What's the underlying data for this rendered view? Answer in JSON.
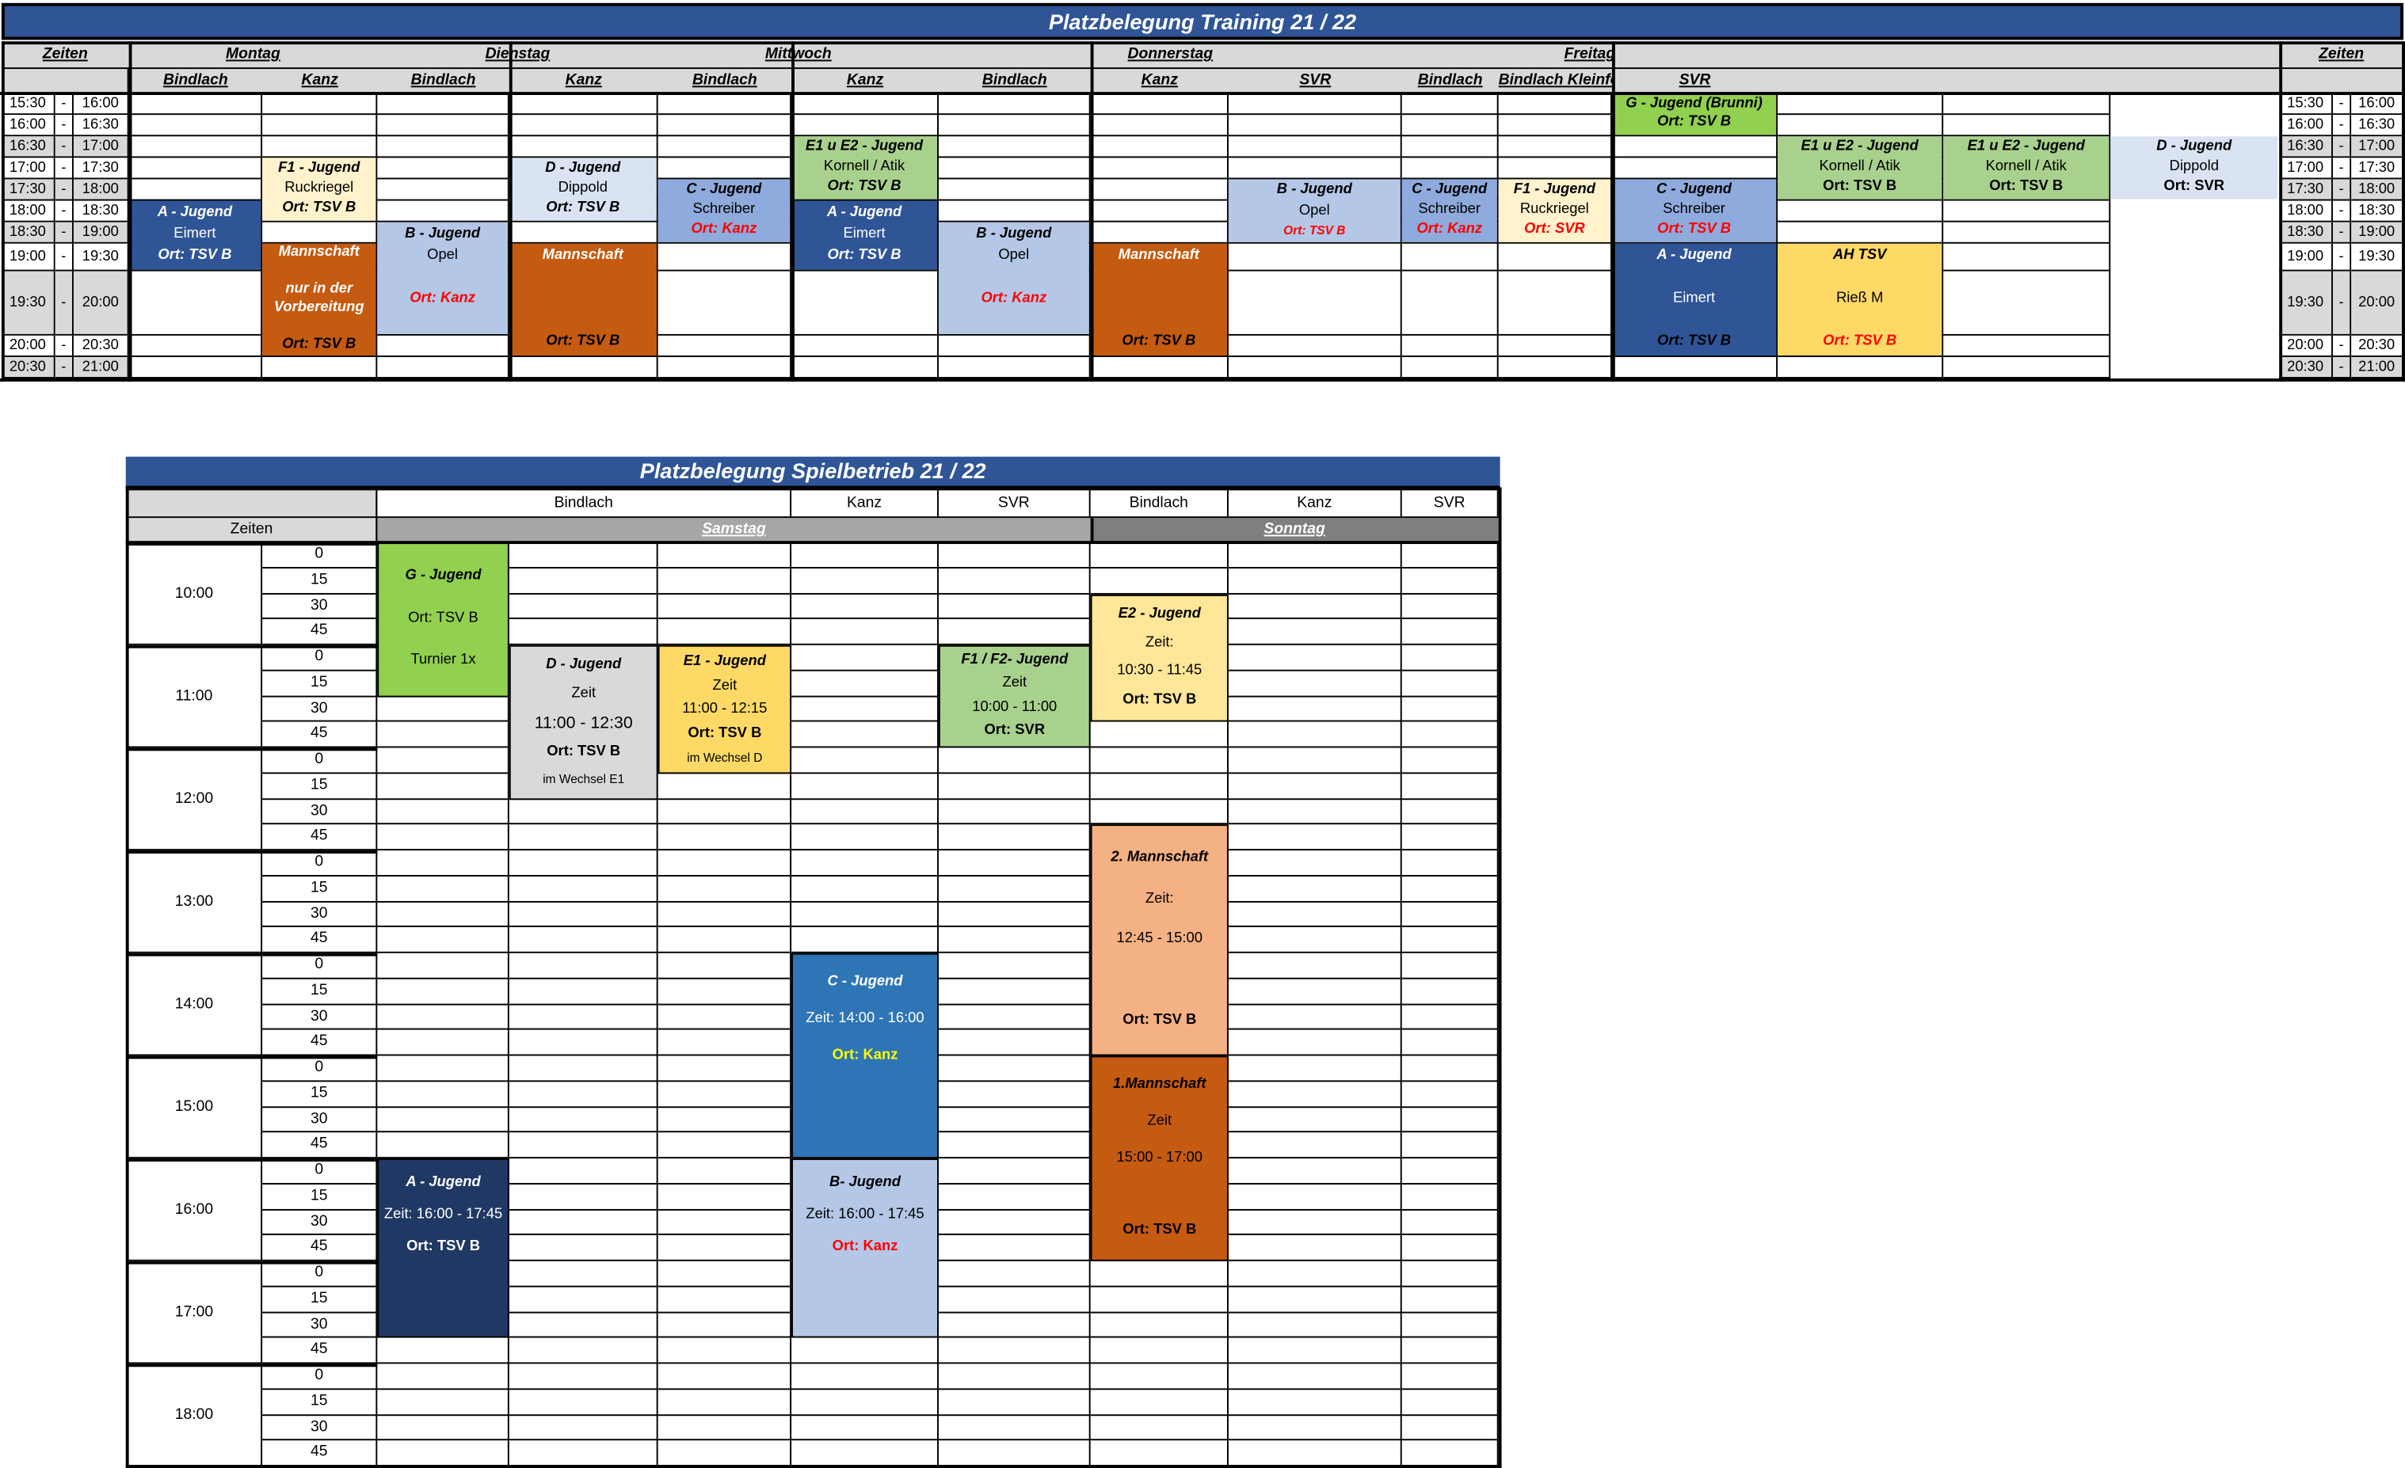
{
  "training": {
    "title": "Platzbelegung Training 21 / 22",
    "zeiten_label": "Zeiten",
    "times": [
      [
        "15:30",
        "-",
        "16:00"
      ],
      [
        "16:00",
        "-",
        "16:30"
      ],
      [
        "16:30",
        "-",
        "17:00"
      ],
      [
        "17:00",
        "-",
        "17:30"
      ],
      [
        "17:30",
        "-",
        "18:00"
      ],
      [
        "18:00",
        "-",
        "18:30"
      ],
      [
        "18:30",
        "-",
        "19:00"
      ],
      [
        "19:00",
        "-",
        "19:30"
      ],
      [
        "19:30",
        "-",
        "20:00"
      ],
      [
        "20:00",
        "-",
        "20:30"
      ],
      [
        "20:30",
        "-",
        "21:00"
      ]
    ],
    "days": [
      {
        "name": "Montag",
        "fields": [
          "Bindlach",
          "Kanz"
        ]
      },
      {
        "name": "Dienstag",
        "fields": [
          "Bindlach",
          "Kanz"
        ]
      },
      {
        "name": "Mittwoch",
        "fields": [
          "Bindlach",
          "Kanz"
        ]
      },
      {
        "name": "Donnerstag",
        "fields": [
          "Bindlach",
          "Kanz",
          "SVR"
        ]
      },
      {
        "name": "Freitag",
        "fields": [
          "Bindlach",
          "Bindlach Kleinfeld",
          "SVR"
        ]
      }
    ],
    "events": [
      {
        "lines": [
          "A - Jugend",
          "Eimert",
          "Ort: TSV B"
        ],
        "styles": [
          "bi",
          "",
          "bi"
        ],
        "color": "#2f5597",
        "text": "#fff"
      },
      {
        "lines": [
          "F1 - Jugend",
          "Ruckriegel",
          "Ort: TSV B"
        ],
        "styles": [
          "bi",
          "",
          "bi"
        ],
        "color": "#fff2cc",
        "text": "#000"
      },
      {
        "lines": [
          "Mannschaft",
          "",
          "nur in der",
          "Vorbereitung",
          "",
          "Ort: TSV B"
        ],
        "styles": [
          "bi",
          "",
          "bi",
          "bi",
          "",
          "bi"
        ],
        "color": "#c55a11",
        "text": "#fff",
        "last_text": "#000"
      },
      {
        "lines": [
          "B - Jugend",
          "Opel",
          "",
          "Ort: Kanz",
          ""
        ],
        "styles": [
          "bi",
          "",
          "",
          "bi",
          ""
        ],
        "color": "#b4c7e7",
        "text": "#000",
        "accent_line": 3,
        "accent": "#ff0000"
      },
      {
        "lines": [
          "D - Jugend",
          "Dippold",
          "Ort: TSV B"
        ],
        "styles": [
          "bi",
          "",
          "bi"
        ],
        "color": "#dae3f3",
        "text": "#000"
      },
      {
        "lines": [
          "Mannschaft",
          "",
          "",
          "",
          "Ort: TSV B"
        ],
        "styles": [
          "bi",
          "",
          "",
          "",
          "bi"
        ],
        "color": "#c55a11",
        "text": "#fff",
        "last_text": "#000"
      },
      {
        "lines": [
          "C - Jugend",
          "Schreiber",
          "Ort: Kanz"
        ],
        "styles": [
          "bi",
          "",
          "bi"
        ],
        "color": "#8faadc",
        "text": "#000",
        "accent_line": 2,
        "accent": "#ff0000"
      },
      {
        "lines": [
          "E1 u E2 - Jugend",
          "Kornell / Atik",
          "Ort: TSV B"
        ],
        "styles": [
          "bi",
          "",
          "bi"
        ],
        "color": "#a9d18e",
        "text": "#000"
      },
      {
        "lines": [
          "A - Jugend",
          "Eimert",
          "Ort: TSV B"
        ],
        "styles": [
          "bi",
          "",
          "bi"
        ],
        "color": "#2f5597",
        "text": "#fff"
      },
      {
        "lines": [
          "B - Jugend",
          "Opel",
          "",
          "Ort: Kanz",
          ""
        ],
        "styles": [
          "bi",
          "",
          "",
          "bi",
          ""
        ],
        "color": "#b4c7e7",
        "text": "#000",
        "accent_line": 3,
        "accent": "#ff0000"
      },
      {
        "lines": [
          "Mannschaft",
          "",
          "",
          "",
          "Ort: TSV B"
        ],
        "styles": [
          "bi",
          "",
          "",
          "",
          "bi"
        ],
        "color": "#c55a11",
        "text": "#fff",
        "last_text": "#000"
      },
      {
        "lines": [
          "B - Jugend",
          "Opel",
          "Ort: TSV B"
        ],
        "styles": [
          "bi",
          "",
          "bi sm"
        ],
        "color": "#b4c7e7",
        "text": "#000",
        "accent_line": 2,
        "accent": "#ff0000"
      },
      {
        "lines": [
          "C - Jugend",
          "Schreiber",
          "Ort: Kanz"
        ],
        "styles": [
          "bi",
          "",
          "bi"
        ],
        "color": "#8faadc",
        "text": "#000",
        "accent_line": 2,
        "accent": "#ff0000"
      },
      {
        "lines": [
          "F1 - Jugend",
          "Ruckriegel",
          "Ort: SVR"
        ],
        "styles": [
          "bi",
          "",
          "bi"
        ],
        "color": "#fff2cc",
        "text": "#000",
        "accent_line": 2,
        "accent": "#ff0000"
      },
      {
        "lines": [
          "G - Jugend (Brunni)",
          "Ort: TSV B"
        ],
        "styles": [
          "bi",
          "bi"
        ],
        "color": "#92d050",
        "text": "#000"
      },
      {
        "lines": [
          "C - Jugend",
          "Schreiber",
          "Ort: TSV B"
        ],
        "styles": [
          "bi",
          "",
          "bi"
        ],
        "color": "#8faadc",
        "text": "#000",
        "accent_line": 2,
        "accent": "#ff0000"
      },
      {
        "lines": [
          "A - Jugend",
          "",
          "Eimert",
          "",
          "Ort: TSV B"
        ],
        "styles": [
          "bi",
          "",
          "",
          "",
          "bi"
        ],
        "color": "#2f5597",
        "text": "#fff",
        "last_text": "#000"
      },
      {
        "lines": [
          "E1 u E2 - Jugend",
          "Kornell / Atik",
          "Ort: TSV B"
        ],
        "styles": [
          "bi",
          "",
          "bo"
        ],
        "color": "#a9d18e",
        "text": "#000"
      },
      {
        "lines": [
          "AH TSV",
          "",
          "Rieß M",
          "",
          "Ort: TSV B"
        ],
        "styles": [
          "bi",
          "",
          "",
          "",
          "bi"
        ],
        "color": "#ffd966",
        "text": "#000",
        "accent_line": 4,
        "accent": "#ff0000"
      },
      {
        "lines": [
          "E1 u E2 - Jugend",
          "Kornell / Atik",
          "Ort: TSV B"
        ],
        "styles": [
          "bi",
          "",
          "bo"
        ],
        "color": "#a9d18e",
        "text": "#000"
      },
      {
        "lines": [
          "D - Jugend",
          "Dippold",
          "Ort: SVR"
        ],
        "styles": [
          "bi",
          "",
          "bo"
        ],
        "color": "#dae3f3",
        "text": "#000"
      }
    ]
  },
  "spiel": {
    "title": "Platzbelegung Spielbetrieb 21 / 22",
    "fields": [
      "Bindlach",
      "Kanz",
      "SVR",
      "Bindlach",
      "Kanz",
      "SVR"
    ],
    "zeiten_label": "Zeiten",
    "samstag": "Samstag",
    "sonntag": "Sonntag",
    "hours": [
      "10:00",
      "11:00",
      "12:00",
      "13:00",
      "14:00",
      "15:00",
      "16:00",
      "17:00",
      "18:00"
    ],
    "quarters": [
      "0",
      "15",
      "30",
      "45"
    ],
    "events": [
      {
        "lines": [
          "G - Jugend",
          "Ort: TSV B",
          "Turnier 1x"
        ],
        "styles": [
          "bi",
          "",
          ""
        ],
        "color": "#92d050",
        "text": "#000"
      },
      {
        "lines": [
          "D - Jugend",
          "Zeit",
          "11:00 - 12:30",
          "Ort: TSV B",
          "im Wechsel E1"
        ],
        "styles": [
          "bi",
          "",
          "big",
          "bo",
          "sm"
        ],
        "color": "#d9d9d9",
        "text": "#000"
      },
      {
        "lines": [
          "E1 - Jugend",
          "Zeit",
          "11:00 - 12:15",
          "Ort: TSV B",
          "im Wechsel D"
        ],
        "styles": [
          "bi",
          "",
          "",
          "bo",
          "sm"
        ],
        "color": "#ffd966",
        "text": "#000"
      },
      {
        "lines": [
          "F1 / F2- Jugend",
          "Zeit",
          "10:00 - 11:00",
          "Ort: SVR"
        ],
        "styles": [
          "bi",
          "",
          "",
          "bo"
        ],
        "color": "#a9d18e",
        "text": "#000"
      },
      {
        "lines": [
          "E2 - Jugend",
          "Zeit:",
          "10:30 - 11:45",
          "Ort: TSV B"
        ],
        "styles": [
          "bi",
          "",
          "",
          "bo"
        ],
        "color": "#ffe699",
        "text": "#000"
      },
      {
        "lines": [
          "2. Mannschaft",
          "Zeit:",
          "12:45 - 15:00",
          "",
          "Ort: TSV B"
        ],
        "styles": [
          "bi",
          "",
          "",
          "",
          "bo"
        ],
        "color": "#f4b183",
        "text": "#000"
      },
      {
        "lines": [
          "C - Jugend",
          "Zeit: 14:00 - 16:00",
          "Ort: Kanz",
          "",
          ""
        ],
        "styles": [
          "bi",
          "",
          "bo",
          "",
          ""
        ],
        "color": "#2e75b6",
        "text": "#fff",
        "accent_line": 2,
        "accent": "#ffff00"
      },
      {
        "lines": [
          "1.Mannschaft",
          "Zeit",
          "15:00 - 17:00",
          "",
          "Ort: TSV B"
        ],
        "styles": [
          "bi",
          "",
          "",
          "",
          "bo"
        ],
        "color": "#c55a11",
        "text": "#000"
      },
      {
        "lines": [
          "A - Jugend",
          "Zeit: 16:00 - 17:45",
          "Ort: TSV B",
          "",
          ""
        ],
        "styles": [
          "bi",
          "",
          "bo",
          "",
          ""
        ],
        "color": "#203864",
        "text": "#fff"
      },
      {
        "lines": [
          "B- Jugend",
          "Zeit: 16:00 - 17:45",
          "Ort: Kanz",
          "",
          ""
        ],
        "styles": [
          "bi",
          "",
          "bo",
          "",
          ""
        ],
        "color": "#b4c7e7",
        "text": "#000",
        "accent_line": 2,
        "accent": "#ff0000"
      }
    ]
  }
}
